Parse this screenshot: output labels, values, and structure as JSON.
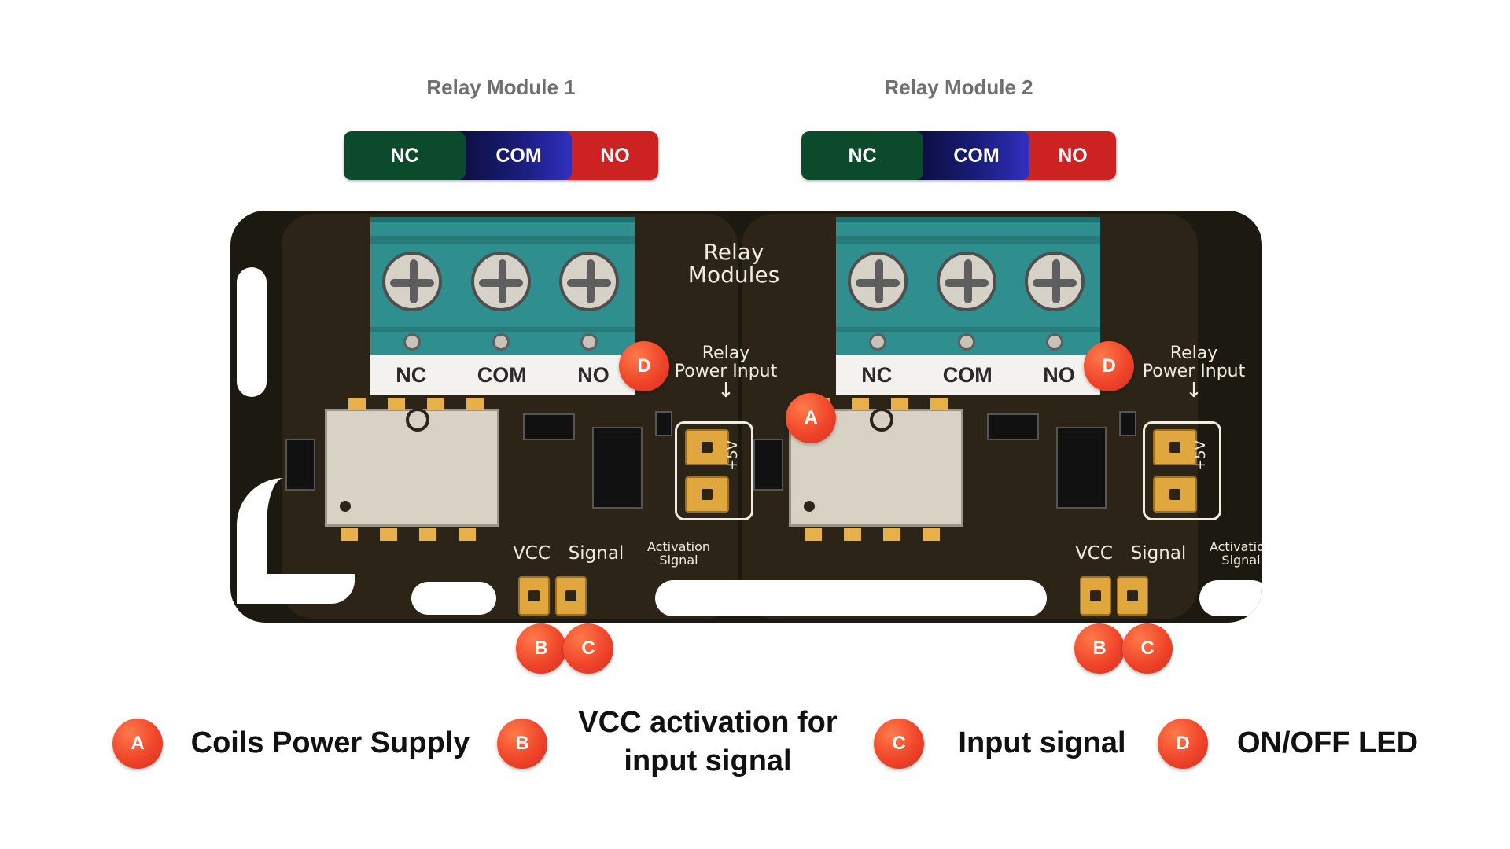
{
  "modules": [
    {
      "title": "Relay Module 1",
      "terminals": [
        "NC",
        "COM",
        "NO"
      ]
    },
    {
      "title": "Relay Module 2",
      "terminals": [
        "NC",
        "COM",
        "NO"
      ]
    }
  ],
  "board": {
    "relay_modules_label": [
      "Relay",
      "Modules"
    ],
    "relay_power_input_label": [
      "Relay",
      "Power Input"
    ],
    "terminal_labels": [
      "NC",
      "COM",
      "NO"
    ],
    "plus5v": "+5V",
    "vcc": "VCC",
    "signal": "Signal",
    "activation_signal": [
      "Activation",
      "Signal"
    ]
  },
  "badges": {
    "a": "A",
    "b": "B",
    "c": "C",
    "d": "D"
  },
  "legend": [
    {
      "badge": "A",
      "text": "Coils Power Supply"
    },
    {
      "badge": "B",
      "text": "VCC activation for input signal"
    },
    {
      "badge": "C",
      "text": "Input signal"
    },
    {
      "badge": "D",
      "text": "ON/OFF LED"
    }
  ],
  "colors": {
    "nc": "#0c4a2c",
    "com": "#1a1c7a",
    "no": "#cc2222",
    "badge": "#f0452a",
    "board": "#1c1911"
  }
}
